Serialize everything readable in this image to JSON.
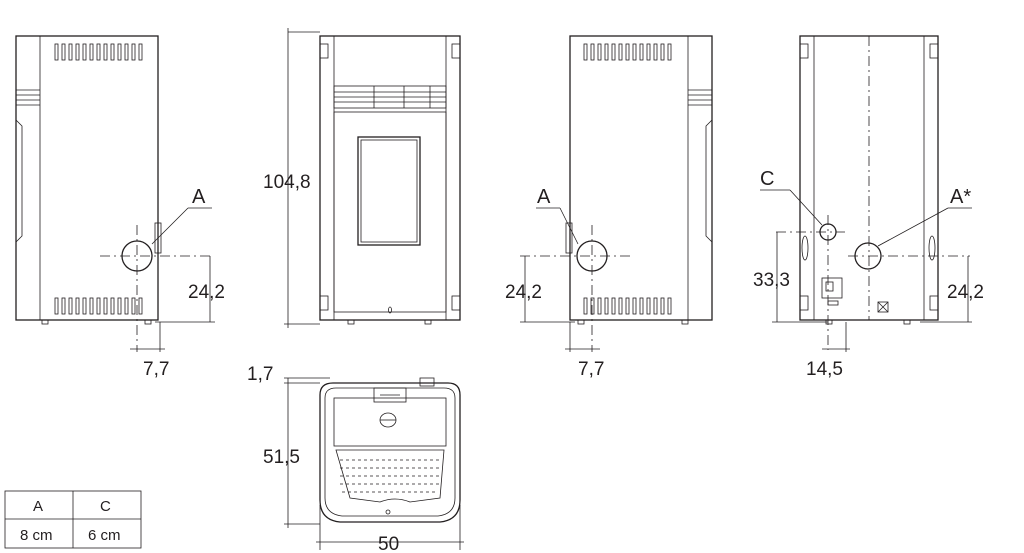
{
  "labels": {
    "pipe_a_side_left": "A",
    "pipe_a_side_right": "A",
    "pipe_c_rear": "C",
    "pipe_a_star_rear": "A*"
  },
  "dimensions": {
    "height_total": "104,8",
    "side_left_pipe_height": "24,2",
    "side_left_pipe_offset": "7,7",
    "side_right_pipe_height": "24,2",
    "side_right_pipe_offset": "7,7",
    "rear_c_height": "33,3",
    "rear_a_height": "24,2",
    "rear_offset": "14,5",
    "top_gap": "1,7",
    "depth": "51,5",
    "width": "50"
  },
  "table": {
    "headers": [
      "A",
      "C"
    ],
    "values": [
      "8 cm",
      "6 cm"
    ]
  }
}
